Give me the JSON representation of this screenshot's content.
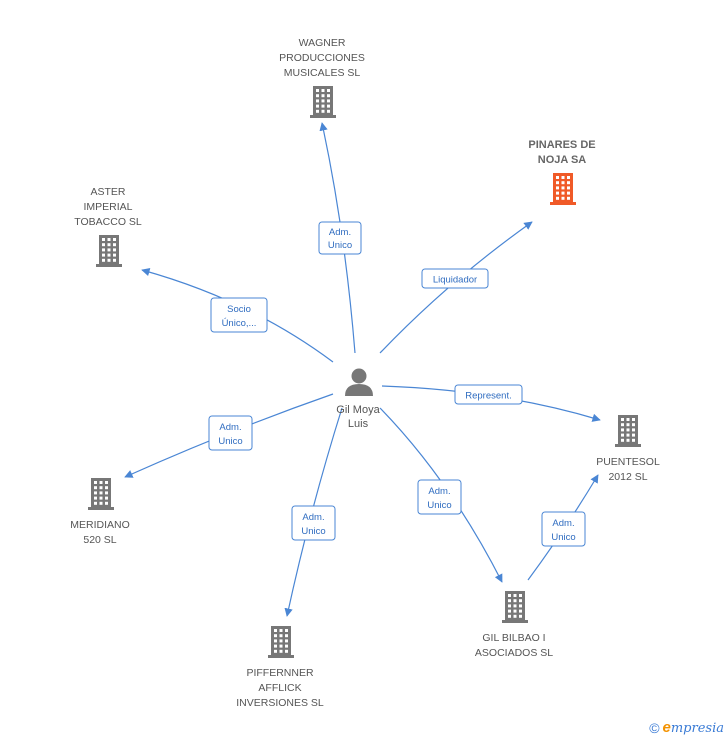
{
  "center": {
    "name_line1": "Gil Moya",
    "name_line2": "Luis"
  },
  "companies": [
    {
      "id": "wagner",
      "lines": [
        "WAGNER",
        "PRODUCCIONES",
        "MUSICALES SL"
      ],
      "highlight": false
    },
    {
      "id": "pinares",
      "lines": [
        "PINARES DE",
        "NOJA SA"
      ],
      "highlight": true
    },
    {
      "id": "aster",
      "lines": [
        "ASTER",
        "IMPERIAL",
        "TOBACCO SL"
      ],
      "highlight": false
    },
    {
      "id": "puentesol",
      "lines": [
        "PUENTESOL",
        "2012 SL"
      ],
      "highlight": false
    },
    {
      "id": "meridiano",
      "lines": [
        "MERIDIANO",
        "520 SL"
      ],
      "highlight": false
    },
    {
      "id": "piffernner",
      "lines": [
        "PIFFERNNER",
        "AFFLICK",
        "INVERSIONES SL"
      ],
      "highlight": false
    },
    {
      "id": "gilbilbao",
      "lines": [
        "GIL BILBAO I",
        "ASOCIADOS SL"
      ],
      "highlight": false
    }
  ],
  "edges": [
    {
      "id": "e-wagner",
      "lines": [
        "Adm.",
        "Unico"
      ]
    },
    {
      "id": "e-pinares",
      "lines": [
        "Liquidador"
      ]
    },
    {
      "id": "e-aster",
      "lines": [
        "Socio",
        "Único,..."
      ]
    },
    {
      "id": "e-puentesol",
      "lines": [
        "Represent."
      ]
    },
    {
      "id": "e-meridiano",
      "lines": [
        "Adm.",
        "Unico"
      ]
    },
    {
      "id": "e-piffernner",
      "lines": [
        "Adm.",
        "Unico"
      ]
    },
    {
      "id": "e-gilbilbao",
      "lines": [
        "Adm.",
        "Unico"
      ]
    },
    {
      "id": "e-gb-puentesol",
      "lines": [
        "Adm.",
        "Unico"
      ]
    }
  ],
  "colors": {
    "edge": "#4a86d4",
    "building": "#777777",
    "building_highlight": "#f05a28",
    "person": "#777777"
  },
  "footer": {
    "copyright": "©",
    "brand_first": "e",
    "brand_rest": "mpresia"
  }
}
